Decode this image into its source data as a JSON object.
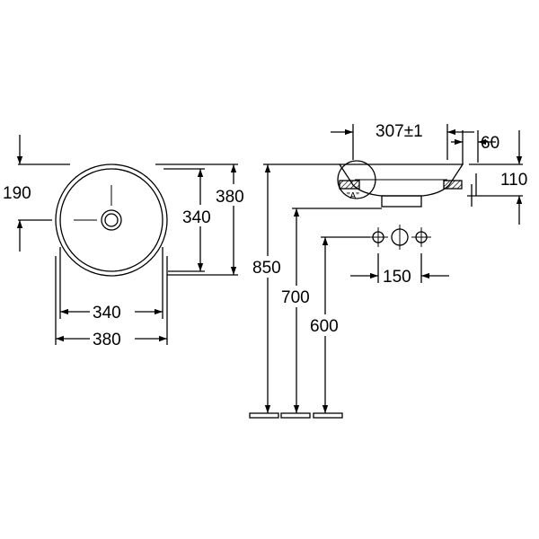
{
  "drawing": {
    "line_color": "#000000",
    "background": "#ffffff",
    "detail_label": "\"A\"",
    "top_view": {
      "dim_outer_diameter": "380",
      "dim_inner_diameter": "340",
      "dim_vertical_outer": "380",
      "dim_vertical_inner": "340",
      "dim_center_offset": "190"
    },
    "side_view": {
      "dim_top_width": "307±1",
      "dim_offset": "60",
      "dim_basin_height": "110",
      "dim_tap_spacing": "150"
    },
    "heights": {
      "dim_850": "850",
      "dim_700": "700",
      "dim_600": "600"
    }
  }
}
